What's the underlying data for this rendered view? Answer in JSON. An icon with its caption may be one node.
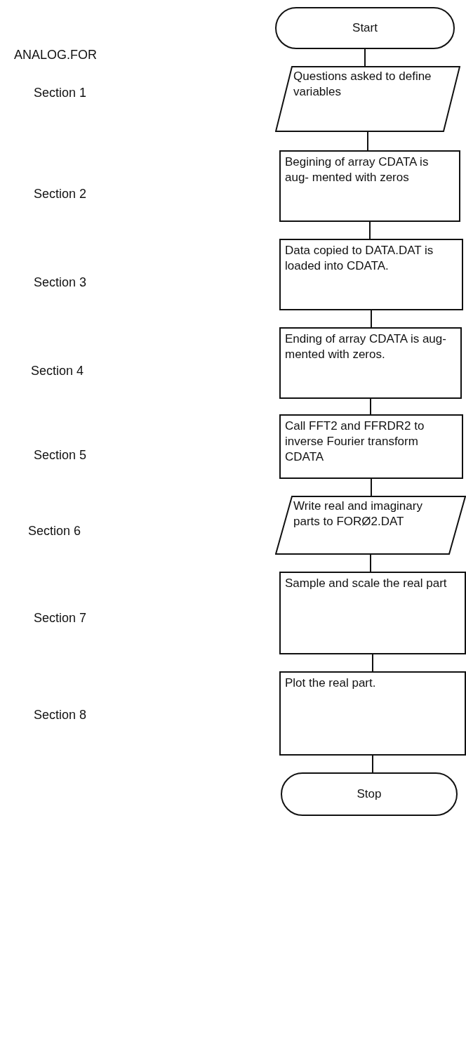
{
  "diagram": {
    "nodes": [
      {
        "text": [
          "Start"
        ]
      },
      {
        "text": [
          "Questions asked to define variables"
        ]
      },
      {
        "text": [
          "Begining of array CDATA is aug- mented with zeros"
        ]
      },
      {
        "text": [
          "Data copied to DATA.DAT is loaded into CDATA."
        ]
      },
      {
        "text": [
          "Ending of array CDATA is aug- mented with zeros."
        ]
      },
      {
        "text": [
          "Call FFT2 and FFRDR2 to inverse Fourier transform CDATA"
        ]
      },
      {
        "text": [
          "Write real and imaginary parts to FORØ2.DAT"
        ]
      },
      {
        "text": [
          "Sample and scale the real part"
        ]
      },
      {
        "text": [
          "Plot the real part."
        ]
      },
      {
        "text": [
          "Stop"
        ]
      }
    ],
    "edges": [
      {
        "from": 0,
        "to": 1,
        "arrow": "none"
      },
      {
        "from": 1,
        "to": 2,
        "arrow": "none"
      },
      {
        "from": 2,
        "to": 3,
        "arrow": "none"
      },
      {
        "from": 3,
        "to": 4,
        "arrow": "none"
      },
      {
        "from": 4,
        "to": 5,
        "arrow": "none"
      },
      {
        "from": 5,
        "to": 6,
        "arrow": "none"
      },
      {
        "from": 6,
        "to": 7,
        "arrow": "none"
      },
      {
        "from": 7,
        "to": 8,
        "arrow": "none"
      },
      {
        "from": 8,
        "to": 9,
        "arrow": "none"
      }
    ],
    "labels": [
      "ANALOG.FOR",
      "Section 1",
      "Section 2",
      "Section 3",
      "Section 4",
      "Section 5",
      "Section 6",
      "Section 7",
      "Section 8"
    ]
  }
}
